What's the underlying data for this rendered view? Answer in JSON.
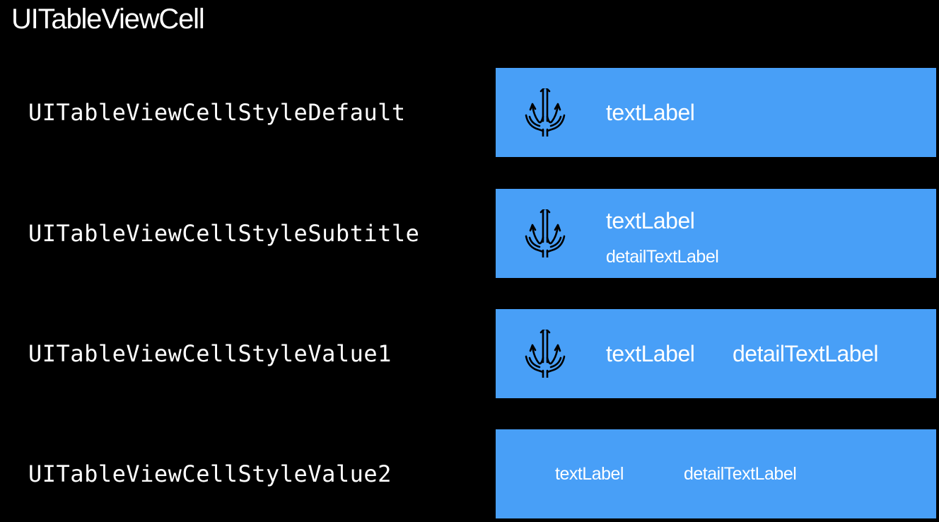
{
  "title": "UITableViewCell",
  "colors": {
    "background": "#000000",
    "cell_background": "#489ff7",
    "text": "#ffffff",
    "icon_stroke": "#000000"
  },
  "icon_name": "trident-icon",
  "rows": [
    {
      "style_name": "UITableViewCellStyleDefault",
      "has_icon": true,
      "text_label": "textLabel"
    },
    {
      "style_name": "UITableViewCellStyleSubtitle",
      "has_icon": true,
      "text_label": "textLabel",
      "detail_text_label": "detailTextLabel"
    },
    {
      "style_name": "UITableViewCellStyleValue1",
      "has_icon": true,
      "text_label": "textLabel",
      "detail_text_label": "detailTextLabel"
    },
    {
      "style_name": "UITableViewCellStyleValue2",
      "has_icon": false,
      "text_label": "textLabel",
      "detail_text_label": "detailTextLabel"
    }
  ]
}
